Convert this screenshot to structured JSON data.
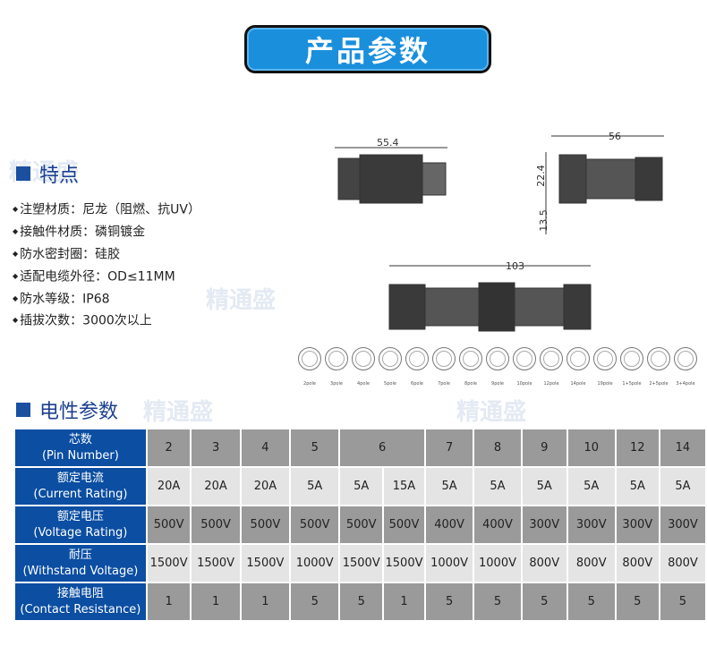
{
  "banner": "产品参数",
  "features_title": "特点",
  "features": [
    "注塑材质：尼龙（阻燃、抗UV）",
    "接触件材质：磷铜镀金",
    "防水密封圈：硅胶",
    "适配电缆外径：OD≤11MM",
    "防水等级：IP68",
    "插拔次数：3000次以上"
  ],
  "watermark": "精通盛",
  "dimensions": {
    "male_length": "55.4",
    "female_length": "56",
    "diameter": "22.4",
    "offset": "13.5",
    "total_length": "103"
  },
  "pin_layouts": [
    "2pole",
    "3pole",
    "4pole",
    "5pole",
    "6pole",
    "7pole",
    "8pole",
    "9pole",
    "10pole",
    "12pole",
    "14pole",
    "19pole",
    "1+5pole",
    "2+5pole",
    "3+4pole"
  ],
  "spec_title": "电性参数",
  "table": {
    "rows": [
      {
        "cn": "芯数",
        "en": "(Pin Number)",
        "values": [
          "2",
          "3",
          "4",
          "5",
          "6",
          "7",
          "8",
          "9",
          "10",
          "12",
          "14"
        ]
      },
      {
        "cn": "额定电流",
        "en": "(Current Rating)",
        "values": [
          "20A",
          "20A",
          "20A",
          "5A",
          "5A",
          "15A",
          "5A",
          "5A",
          "5A",
          "5A",
          "5A",
          "5A"
        ]
      },
      {
        "cn": "额定电压",
        "en": "(Voltage Rating)",
        "values": [
          "500V",
          "500V",
          "500V",
          "500V",
          "500V",
          "500V",
          "400V",
          "400V",
          "300V",
          "300V",
          "300V",
          "300V"
        ]
      },
      {
        "cn": "耐压",
        "en": "(Withstand Voltage)",
        "values": [
          "1500V",
          "1500V",
          "1500V",
          "1000V",
          "1500V",
          "1500V",
          "1000V",
          "1000V",
          "800V",
          "800V",
          "800V",
          "800V"
        ]
      },
      {
        "cn": "接触电阻",
        "en": "(Contact Resistance)",
        "values": [
          "1",
          "1",
          "1",
          "5",
          "5",
          "1",
          "5",
          "5",
          "5",
          "5",
          "5",
          "5"
        ]
      }
    ]
  }
}
